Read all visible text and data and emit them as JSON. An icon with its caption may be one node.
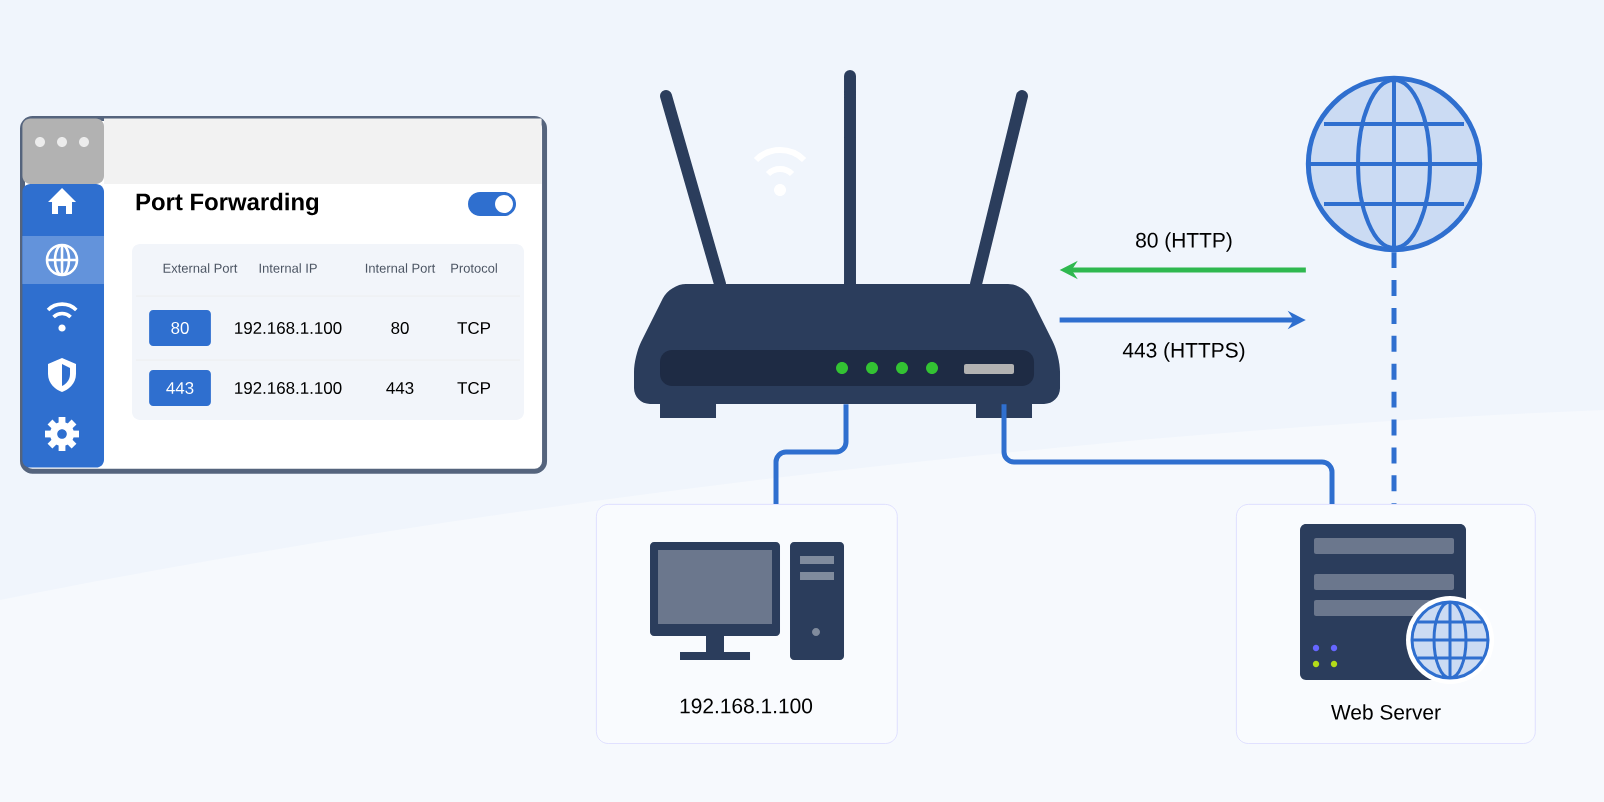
{
  "diagram": {
    "nodes": [
      {
        "text": [],
        "shape": "picture"
      },
      {
        "text": [],
        "shape": "circle"
      },
      {
        "text": [
          "192.168.1.100"
        ]
      },
      {
        "text": [
          "Web Server"
        ]
      },
      {
        "text": [
          "Port Forwarding"
        ]
      },
      {
        "text": [
          "80"
        ],
        "in": 4
      },
      {
        "text": [
          "443"
        ],
        "in": 4
      }
    ],
    "edges": [
      {
        "from": 1,
        "to": 0,
        "arrow": "to",
        "label": "80 (HTTP)",
        "color": "#2fb84f"
      },
      {
        "from": 0,
        "to": 1,
        "arrow": "to",
        "label": "443 (HTTPS)"
      },
      {
        "from": 0,
        "to": 2,
        "arrow": "none"
      },
      {
        "from": 0,
        "to": 3,
        "arrow": "none"
      },
      {
        "from": 1,
        "to": 3,
        "arrow": "none",
        "style": "dashed"
      }
    ],
    "labels": [
      "External Port",
      "Internal IP",
      "Internal Port",
      "Protocol",
      "192.168.1.100",
      "80",
      "TCP",
      "192.168.1.100",
      "443",
      "TCP"
    ]
  }
}
